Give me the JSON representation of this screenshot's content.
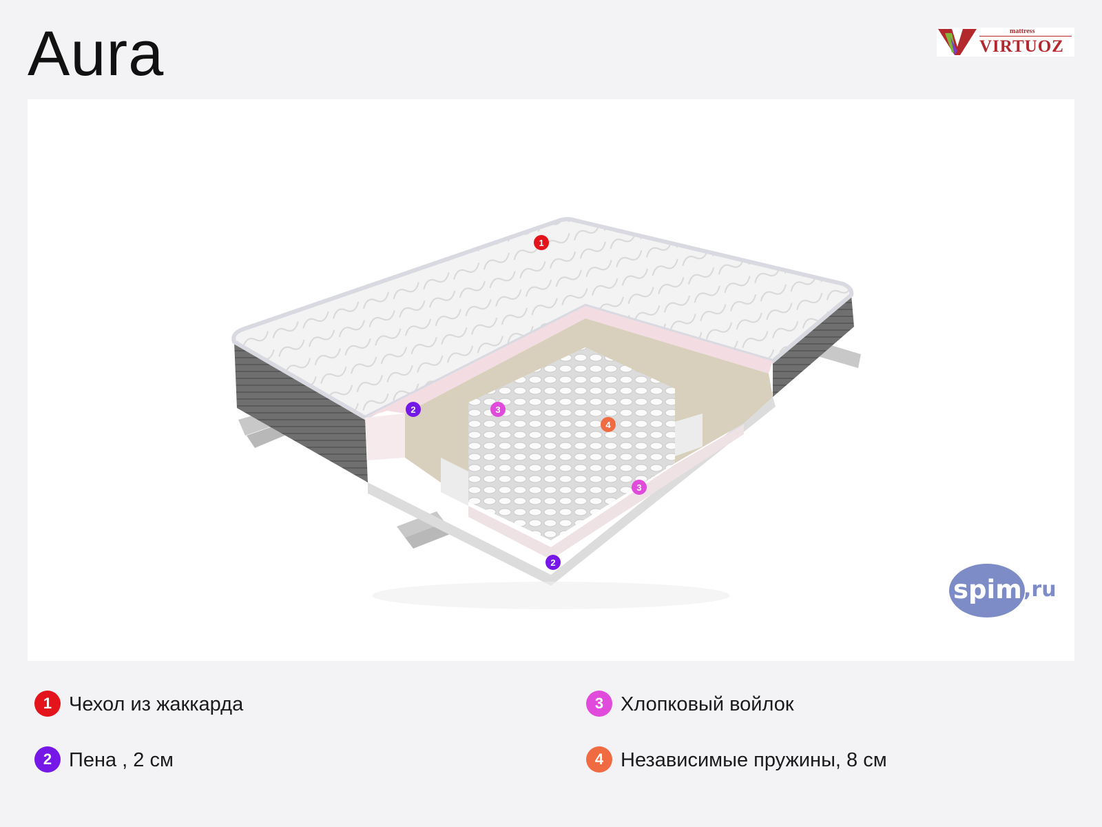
{
  "title": "Aura",
  "brand": {
    "sub": "mattress",
    "name": "VIRTUOZ"
  },
  "watermark": {
    "main": "spim",
    "tld": ",ru"
  },
  "markers": [
    "1",
    "2",
    "3",
    "3",
    "4",
    "2"
  ],
  "legend": [
    {
      "num": "1",
      "label": "Чехол из жаккарда",
      "color": "#e3141b"
    },
    {
      "num": "2",
      "label": "Пена , 2 см",
      "color": "#7517e6"
    },
    {
      "num": "3",
      "label": "Хлопковый войлок",
      "color": "#e14bdc"
    },
    {
      "num": "4",
      "label": "Независимые пружины, 8 см",
      "color": "#f06a42"
    }
  ],
  "colors": {
    "background": "#f3f3f6",
    "panel": "#ffffff",
    "cover": "#f2f2f2",
    "foam": "#f3dde2",
    "felt": "#d8d0bd",
    "side": "#6e6e6e",
    "brand": "#b3282d"
  }
}
